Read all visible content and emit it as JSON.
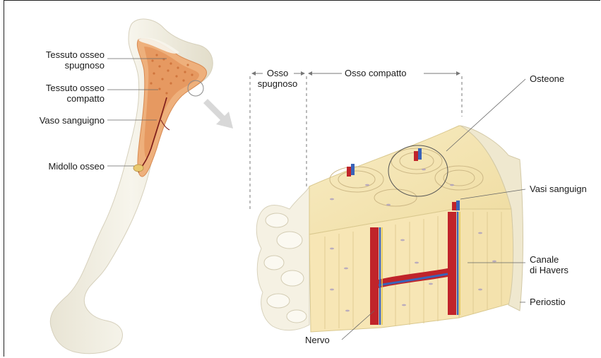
{
  "left_labels": {
    "tessuto_spugnoso_1": "Tessuto osseo",
    "tessuto_spugnoso_2": "spugnoso",
    "tessuto_compatto_1": "Tessuto osseo",
    "tessuto_compatto_2": "compatto",
    "vaso": "Vaso sanguigno",
    "midollo": "Midollo osseo"
  },
  "right_labels": {
    "osso_spugnoso_1": "Osso",
    "osso_spugnoso_2": "spugnoso",
    "osso_compatto": "Osso compatto",
    "osteone": "Osteone",
    "vasi": "Vasi sanguign",
    "canale_1": "Canale",
    "canale_2": "di Havers",
    "periostio": "Periostio",
    "nervo": "Nervo"
  },
  "colors": {
    "bone_light": "#f3efe0",
    "spongy": "#e8a36c",
    "compact": "#f6e7b8",
    "vessel_red": "#c0242a",
    "vessel_blue": "#3a63b8",
    "line": "#555555"
  }
}
